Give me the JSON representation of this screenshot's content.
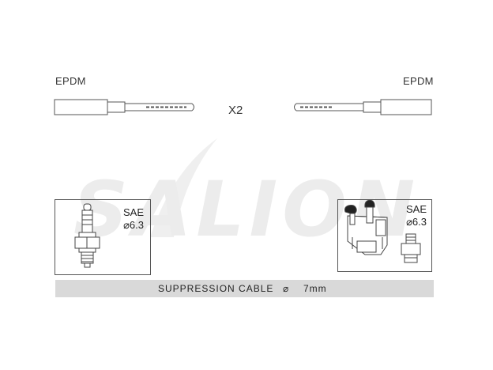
{
  "cable_left": {
    "insulation_label": "EPDM"
  },
  "cable_right": {
    "insulation_label": "EPDM"
  },
  "quantity_label": "X2",
  "brand_watermark": "SALION",
  "plug_left": {
    "standard": "SAE",
    "size": "⌀6.3"
  },
  "plug_right": {
    "standard": "SAE",
    "size": "⌀6.3"
  },
  "footer": {
    "title": "SUPPRESSION CABLE",
    "symbol": "⌀",
    "value": "7mm"
  },
  "colors": {
    "line": "#555555",
    "watermark": "#ededed",
    "footer_bg": "#d9d9d9"
  }
}
